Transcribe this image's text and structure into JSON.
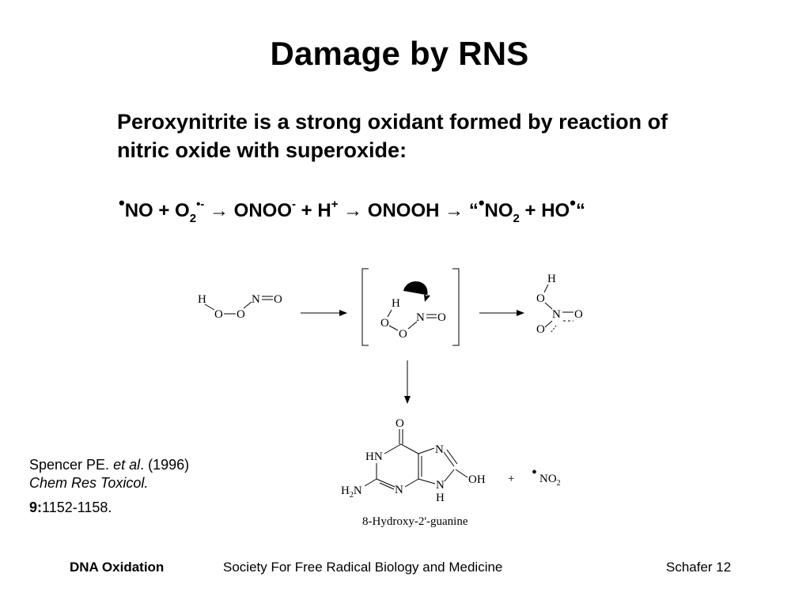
{
  "slide": {
    "title": "Damage by RNS",
    "intro": "Peroxynitrite is a strong oxidant formed by reaction of nitric oxide with superoxide:"
  },
  "equation": {
    "radical_mark": "•",
    "no": "NO + O",
    "o2_sub": "2",
    "o2_sup": "•-",
    "arrow": "→",
    "onoo": " ONOO",
    "onoo_sup": "-",
    "h_plus": " + H",
    "h_sup": "+",
    "onooh": "  ONOOH ",
    "open_quote": " “",
    "no2": "NO",
    "no2_sub": "2",
    "ho": " + HO",
    "close_quote": "“"
  },
  "scheme": {
    "peroxynitrous": {
      "h": "H",
      "o1": "O",
      "o2": "O",
      "n": "N",
      "o3": "O"
    },
    "cage": {
      "h": "H",
      "o1": "O",
      "o2": "O",
      "n": "N",
      "o3": "O"
    },
    "product": {
      "h": "H",
      "o1": "O",
      "n": "N",
      "o2": "O",
      "o3": "O"
    },
    "guanine": {
      "o": "O",
      "hn": "HN",
      "n7": "N",
      "n9": "N",
      "h9": "H",
      "oh": "OH",
      "n3": "N",
      "h2n": "H",
      "h2n_sub": "2",
      "h2n_n": "N"
    },
    "plus": "+",
    "no2_radical": "•",
    "no2": "NO",
    "no2_sub": "2",
    "caption": "8-Hydroxy-2'-guanine"
  },
  "citation": {
    "author": "Spencer PE. ",
    "etal": "et al",
    "year": ". (1996)",
    "journal": "Chem Res Toxicol.",
    "volume": "9:",
    "pages": "1152-1158."
  },
  "footer": {
    "left": "DNA Oxidation",
    "center": "Society For Free Radical Biology and Medicine",
    "right": "Schafer 12"
  }
}
